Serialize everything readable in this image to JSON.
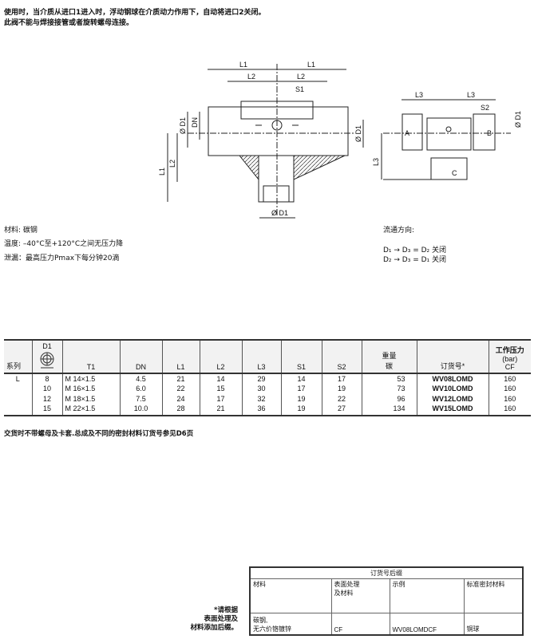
{
  "intro": [
    "使用时，当介质从进口1进入时，浮动钢球在介质动力作用下，自动将进口2关闭。",
    "此阀不能与焊接接管或者旋转螺母连接。"
  ],
  "drawing": {
    "left": {
      "l1": "L1",
      "l2": "L2",
      "s1": "S1",
      "dn": "DN",
      "d1": "Ø D1"
    },
    "right": {
      "l3": "L3",
      "s2": "S2",
      "d1": "Ø D1",
      "a": "A",
      "b": "B",
      "c": "C"
    }
  },
  "specs": [
    "材料: 碳钢",
    "温度: –40°C至+120°C之间无压力降",
    "泄漏：最高压力Pmax下每分钟20滴"
  ],
  "flow": {
    "title": "流通方向:",
    "lines": [
      "D₁ → D₃ = D₂ 关闭",
      "D₂ → D₃ = D₁ 关闭"
    ]
  },
  "table": {
    "headers": {
      "series": "系列",
      "d1": "D1",
      "t1": "T1",
      "dn": "DN",
      "l1": "L1",
      "l2": "L2",
      "l3": "L3",
      "s1": "S1",
      "s2": "S2",
      "weight1": "重量",
      "weight2": "碳",
      "order": "订货号*",
      "pressure1": "工作压力",
      "pressure2": "(bar)",
      "pressure3": "CF"
    },
    "rows": [
      {
        "series": "L",
        "d1": "8",
        "t1": "M 14×1.5",
        "dn": "4.5",
        "l1": "21",
        "l2": "14",
        "l3": "29",
        "s1": "14",
        "s2": "17",
        "weight": "53",
        "order": "WV08LOMD",
        "pressure": "160"
      },
      {
        "series": "",
        "d1": "10",
        "t1": "M 16×1.5",
        "dn": "6.0",
        "l1": "22",
        "l2": "15",
        "l3": "30",
        "s1": "17",
        "s2": "19",
        "weight": "73",
        "order": "WV10LOMD",
        "pressure": "160"
      },
      {
        "series": "",
        "d1": "12",
        "t1": "M 18×1.5",
        "dn": "7.5",
        "l1": "24",
        "l2": "17",
        "l3": "32",
        "s1": "19",
        "s2": "22",
        "weight": "96",
        "order": "WV12LOMD",
        "pressure": "160"
      },
      {
        "series": "",
        "d1": "15",
        "t1": "M 22×1.5",
        "dn": "10.0",
        "l1": "28",
        "l2": "21",
        "l3": "36",
        "s1": "19",
        "s2": "27",
        "weight": "134",
        "order": "WV15LOMD",
        "pressure": "160"
      }
    ]
  },
  "note": "交货时不带螺母及卡套.总成及不同的密封材料订货号参见D6页",
  "footnote": [
    "*请根据",
    "表面处理及",
    "材料添加后缀。"
  ],
  "suffix": {
    "title": "订货号后缀",
    "headers": [
      "材料",
      "表面处理\n及材料",
      "示例",
      "标准密封材料"
    ],
    "row": [
      "碳钢,\n无六价铬镀锌",
      "CF",
      "WV08LOMDCF",
      "铜球"
    ]
  }
}
